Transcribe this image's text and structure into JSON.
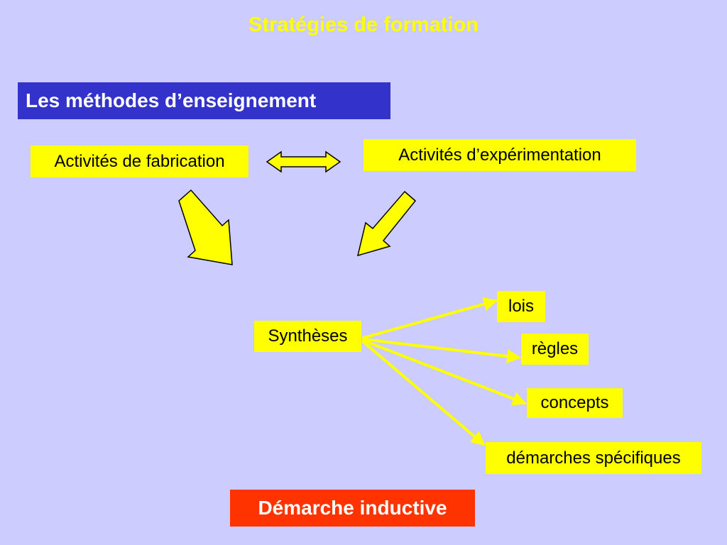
{
  "title": "Stratégies de formation",
  "heading": "Les méthodes d’enseignement",
  "nodes": {
    "fabrication": "Activités de fabrication",
    "experimentation": "Activités d’expérimentation",
    "syntheses": "Synthèses",
    "lois": "lois",
    "regles": "règles",
    "concepts": "concepts",
    "demarches": "démarches spécifiques"
  },
  "result": "Démarche inductive",
  "colors": {
    "background": "#ccccff",
    "box": "#ffff00",
    "heading_bg": "#3333cc",
    "result_bg": "#ff3300",
    "title_text": "#ffff00"
  }
}
